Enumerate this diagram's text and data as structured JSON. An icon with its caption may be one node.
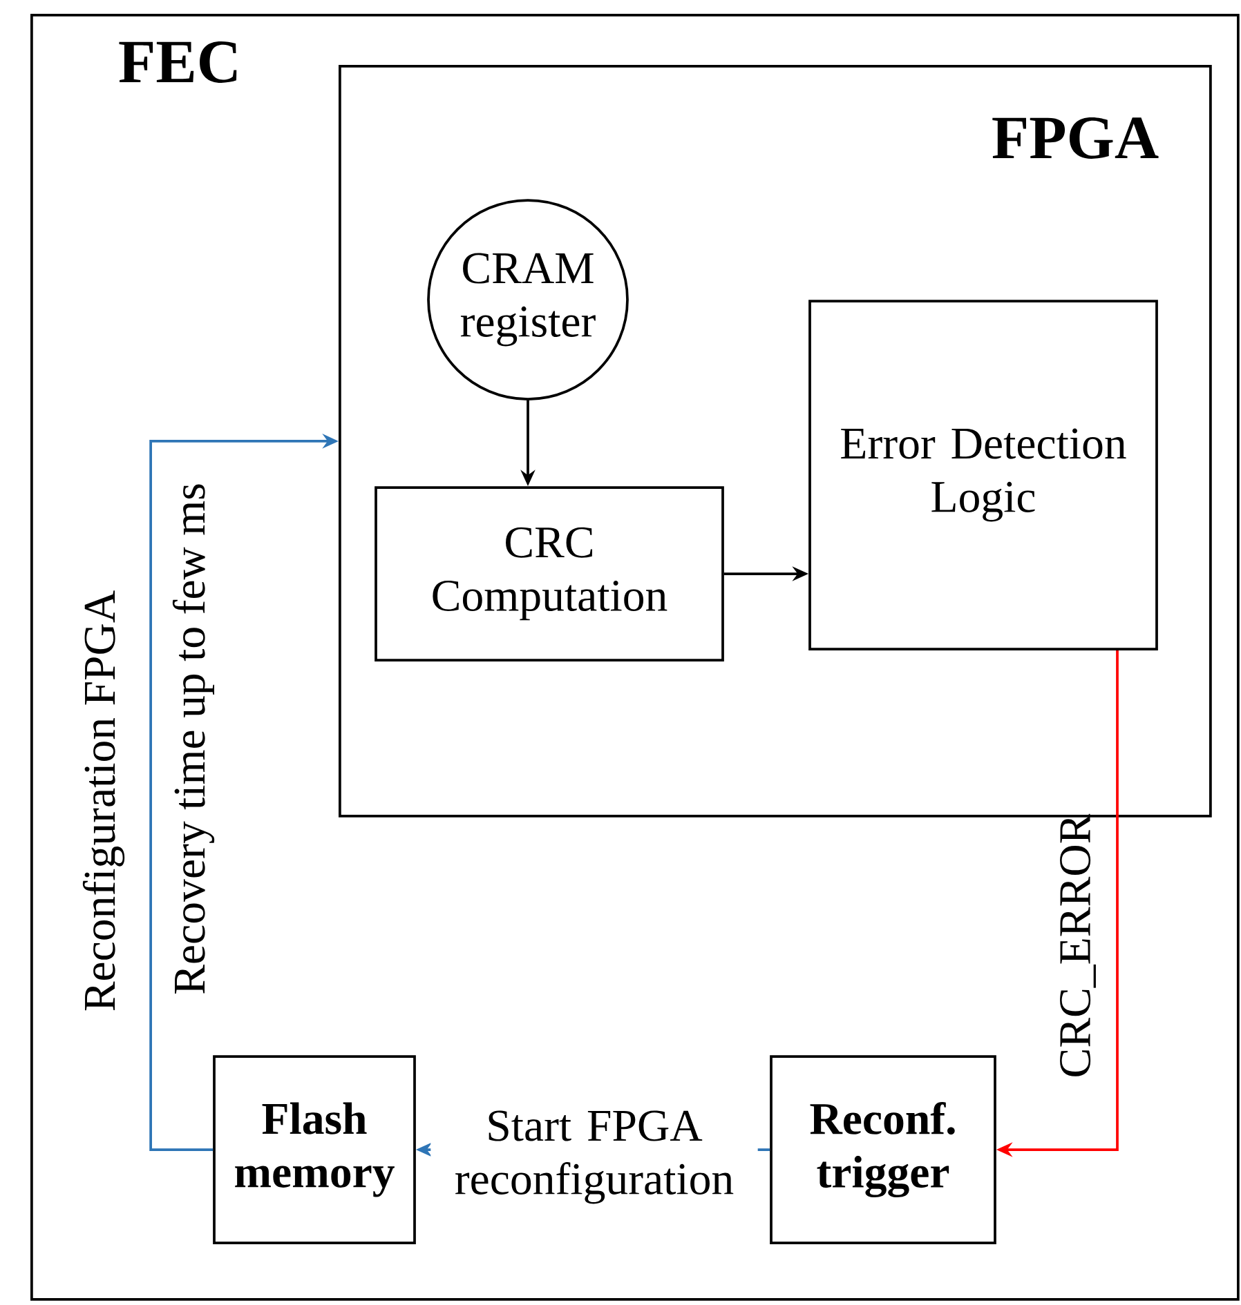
{
  "diagram": {
    "nodes": [
      {
        "text": [
          "FEC"
        ]
      },
      {
        "text": [
          "FPGA"
        ],
        "in": 0
      },
      {
        "text": [
          "CRAM register"
        ],
        "in": 1
      },
      {
        "text": [
          "CRC Computation"
        ],
        "in": 1
      },
      {
        "text": [
          "Error Detection Logic"
        ],
        "in": 1
      },
      {
        "text": [
          "Flash memory"
        ],
        "in": 0
      },
      {
        "text": [
          "Reconf. trigger"
        ],
        "in": 0
      }
    ],
    "edges": [
      {
        "from": 2,
        "to": 3,
        "arrow": "to"
      },
      {
        "from": 3,
        "to": 4,
        "arrow": "to"
      },
      {
        "from": 4,
        "to": 6,
        "arrow": "to",
        "label": "CRC_ERROR",
        "color": "#ff0000"
      },
      {
        "from": 6,
        "to": 5,
        "arrow": "to",
        "label": "Start FPGA reconfiguration",
        "color": "#2e75b6"
      },
      {
        "from": 5,
        "to": 1,
        "arrow": "to",
        "label": "Reconfiguration FPGA",
        "color": "#2e75b6"
      }
    ],
    "labels": [
      "Recovery time up to few ms"
    ]
  }
}
